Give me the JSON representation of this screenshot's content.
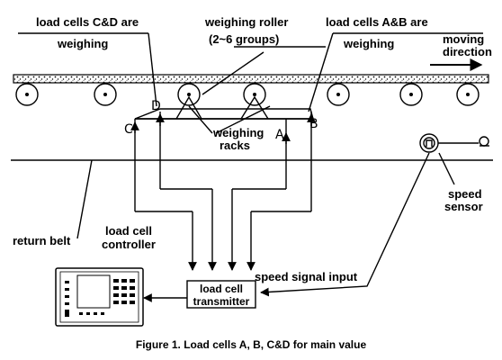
{
  "labels": {
    "cd_line1": "load cells C&D are",
    "cd_line2": "weighing",
    "roller_line1": "weighing roller",
    "roller_line2": "(2~6 groups)",
    "ab_line1": "load cells A&B are",
    "ab_line2": "weighing",
    "moving_line1": "moving",
    "moving_line2": "direction",
    "racks_line1": "weighing",
    "racks_line2": "racks",
    "speed_line1": "speed",
    "speed_line2": "sensor",
    "return_belt": "return belt",
    "controller_line1": "load cell",
    "controller_line2": "controller",
    "speed_signal": "speed signal input",
    "transmitter_line1": "load cell",
    "transmitter_line2": "transmitter",
    "cell_a": "A",
    "cell_b": "B",
    "cell_c": "C",
    "cell_d": "D"
  },
  "caption": "Figure 1. Load cells A, B, C&D for main value",
  "icons": {
    "roller": "roller-circle-icon",
    "speed_sensor": "speed-sensor-icon",
    "controller": "controller-panel-icon"
  },
  "colors": {
    "ink": "#000000",
    "background": "#ffffff"
  }
}
